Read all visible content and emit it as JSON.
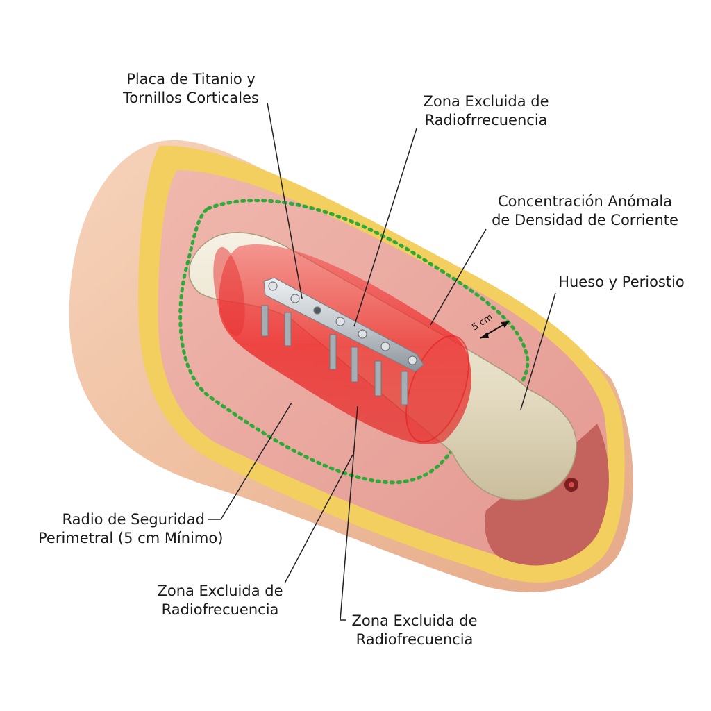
{
  "labels": {
    "plate": [
      "Placa de Titanio y",
      "Tornillos Corticales"
    ],
    "excluded_top": [
      "Zona Excluida de",
      "Radiofrrecuencia"
    ],
    "current_density": [
      "Concentración Anómala",
      "de Densidad de Corriente"
    ],
    "bone": [
      "Hueso y Periostio"
    ],
    "safety_radius": [
      "Radio de Seguridad",
      "Perimetral (5 cm Mínimo)"
    ],
    "excluded_bottom_left": [
      "Zona Excluida de",
      "Radiofrecuencia"
    ],
    "excluded_bottom_right": [
      "Zona Excluida de",
      "Radiofrecuencia"
    ],
    "distance": "5 cm"
  },
  "colors": {
    "skin": "#f0bfa0",
    "fat": "#f4d56a",
    "muscle": "#d98a86",
    "bone": "#e8e0c8",
    "rf_zone": "#ef2b2b",
    "safety_outline": "#2faa3a",
    "plate": "#c9ced3"
  },
  "icons": [
    "screw-icon"
  ]
}
